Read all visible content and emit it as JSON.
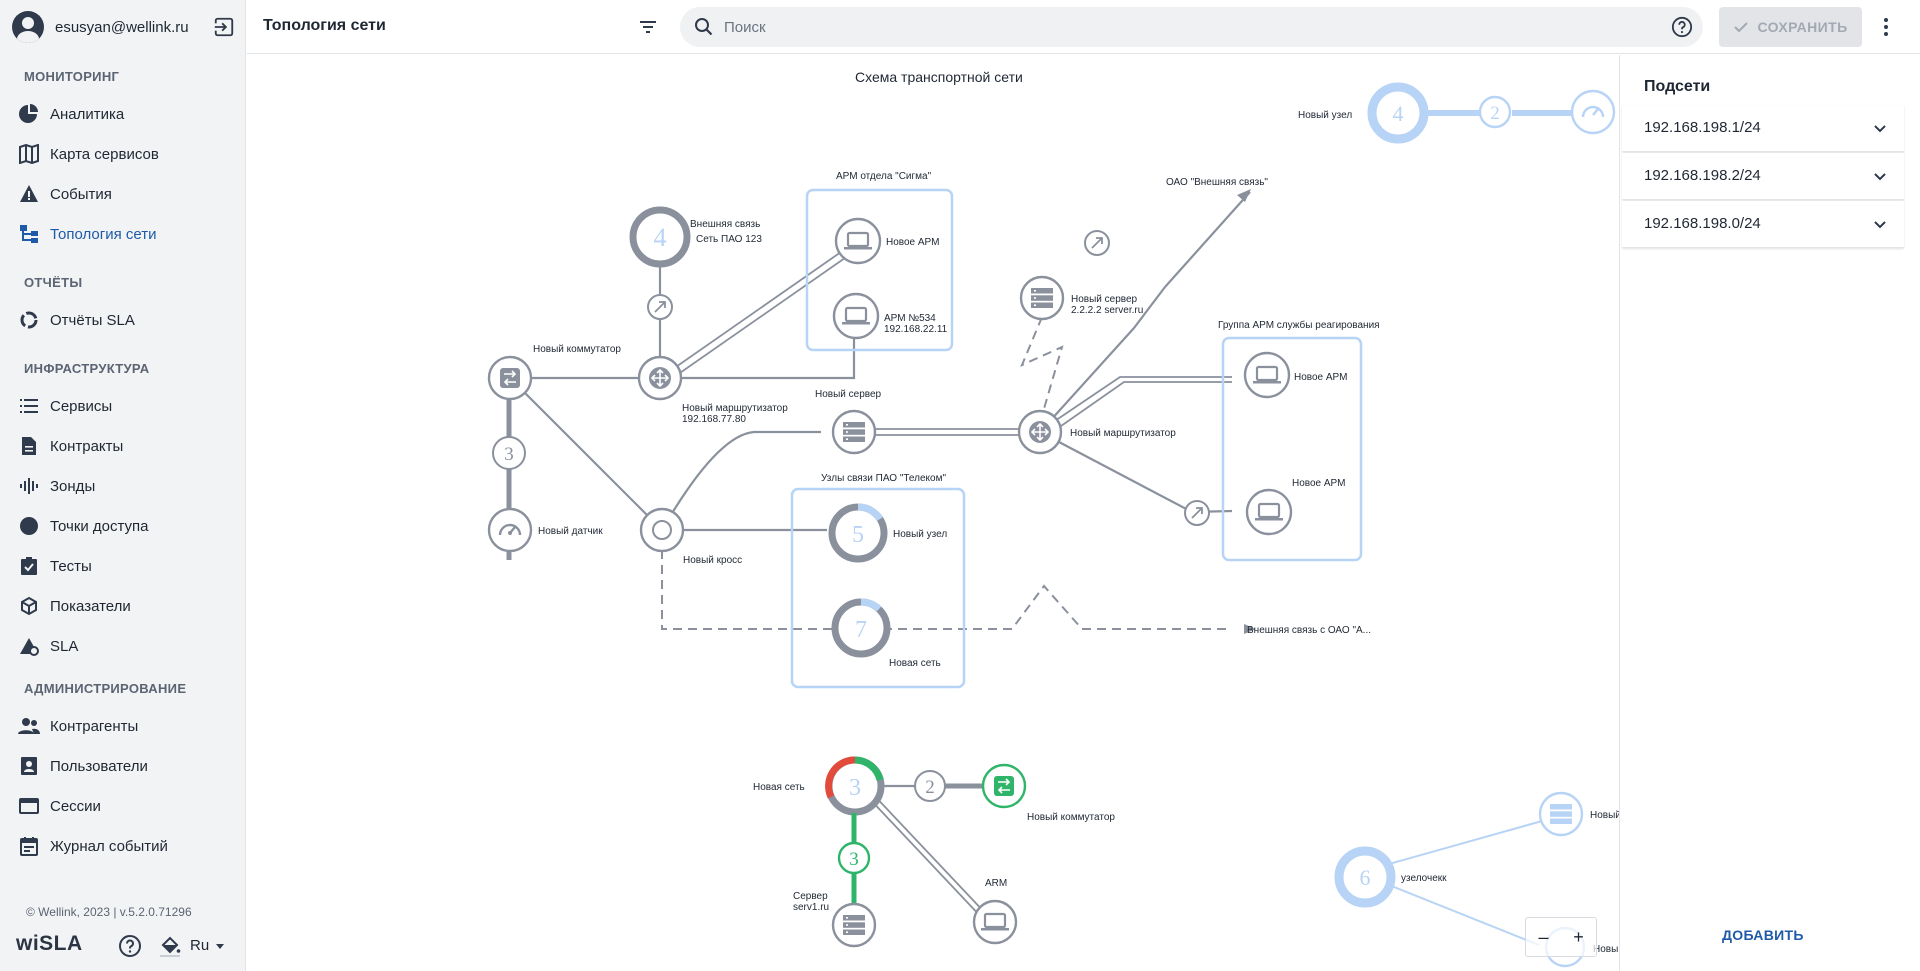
{
  "user": {
    "email": "esusyan@wellink.ru"
  },
  "sidebar": {
    "sections": [
      {
        "title": "МОНИТОРИНГ",
        "items": [
          {
            "label": "Аналитика",
            "icon": "pie-chart-icon"
          },
          {
            "label": "Карта сервисов",
            "icon": "map-icon"
          },
          {
            "label": "События",
            "icon": "warning-icon"
          },
          {
            "label": "Топология сети",
            "icon": "topology-icon",
            "active": true
          }
        ]
      },
      {
        "title": "ОТЧЁТЫ",
        "items": [
          {
            "label": "Отчёты SLA",
            "icon": "donut-icon"
          }
        ]
      },
      {
        "title": "ИНФРАСТРУКТУРА",
        "items": [
          {
            "label": "Сервисы",
            "icon": "list-icon"
          },
          {
            "label": "Контракты",
            "icon": "document-icon"
          },
          {
            "label": "Зонды",
            "icon": "probe-icon"
          },
          {
            "label": "Точки доступа",
            "icon": "circle-icon"
          },
          {
            "label": "Тесты",
            "icon": "clipboard-check-icon"
          },
          {
            "label": "Показатели",
            "icon": "cube-icon"
          },
          {
            "label": "SLA",
            "icon": "sla-icon"
          }
        ]
      },
      {
        "title": "АДМИНИСТРИРОВАНИЕ",
        "items": [
          {
            "label": "Контрагенты",
            "icon": "people-icon"
          },
          {
            "label": "Пользователи",
            "icon": "user-badge-icon"
          },
          {
            "label": "Сессии",
            "icon": "window-icon"
          },
          {
            "label": "Журнал событий",
            "icon": "calendar-icon"
          }
        ]
      }
    ],
    "footer": {
      "copyright": "© Wellink, 2023 | v.5.2.0.71296",
      "brand": "wiSLA",
      "language": "Ru"
    }
  },
  "topbar": {
    "title": "Топология сети",
    "search_placeholder": "Поиск",
    "save_label": "СОХРАНИТЬ"
  },
  "canvas": {
    "title": "Схема транспортной сети",
    "groups": {
      "arm_sigma": "АРМ отдела \"Сигма\"",
      "telecom": "Узлы связи ПАО \"Телеком\"",
      "response": "Группа АРМ службы реагирования"
    },
    "nodes": {
      "ext_link_label": "Внешняя связь",
      "ext_link_sub": "Сеть ПАО 123",
      "ext_link_count": "4",
      "switch1": "Новый коммутатор",
      "router1": "Новый маршрутизатор",
      "router1_ip": "192.168.77.80",
      "arm_new1": "Новое АРМ",
      "arm534": "АРМ №534",
      "arm534_ip": "192.168.22.11",
      "sensor1": "Новый датчик",
      "sensor_link_count": "3",
      "cross": "Новый кросс",
      "server1": "Новый сервер",
      "node5_label": "Новый узел",
      "node5_count": "5",
      "net7_label": "Новая сеть",
      "net7_count": "7",
      "server2": "Новый сервер",
      "server2_sub": "2.2.2.2 server.ru",
      "oao_ext": "ОАО \"Внешняя связь\"",
      "router2": "Новый маршрутизатор",
      "arm_resp1": "Новое АРМ",
      "arm_resp2": "Новое АРМ",
      "ext_oao_a": "Внешняя связь с ОАО \"А...",
      "top_node_label": "Новый узел",
      "top_node_count": "4",
      "top_link_count": "2",
      "net3_label": "Новая сеть",
      "net3_count": "3",
      "net3_link1": "2",
      "net3_link2": "3",
      "switch2": "Новый коммутатор",
      "server3": "Сервер",
      "server3_sub": "serv1.ru",
      "arm_bottom": "ARM",
      "node6_label": "узелочекк",
      "node6_count": "6",
      "right_partial1": "Новый",
      "right_partial2": "Новы"
    },
    "zoom": {
      "minus": "–",
      "plus": "+"
    }
  },
  "subnets": {
    "title": "Подсети",
    "items": [
      "192.168.198.1/24",
      "192.168.198.2/24",
      "192.168.198.0/24"
    ],
    "add_label": "ДОБАВИТЬ"
  },
  "colors": {
    "accent": "#1e5aa8",
    "node_gray": "#8a919d",
    "node_light_blue": "#b7d3f5",
    "status_red": "#e24b3b",
    "status_green": "#2fb56a"
  }
}
